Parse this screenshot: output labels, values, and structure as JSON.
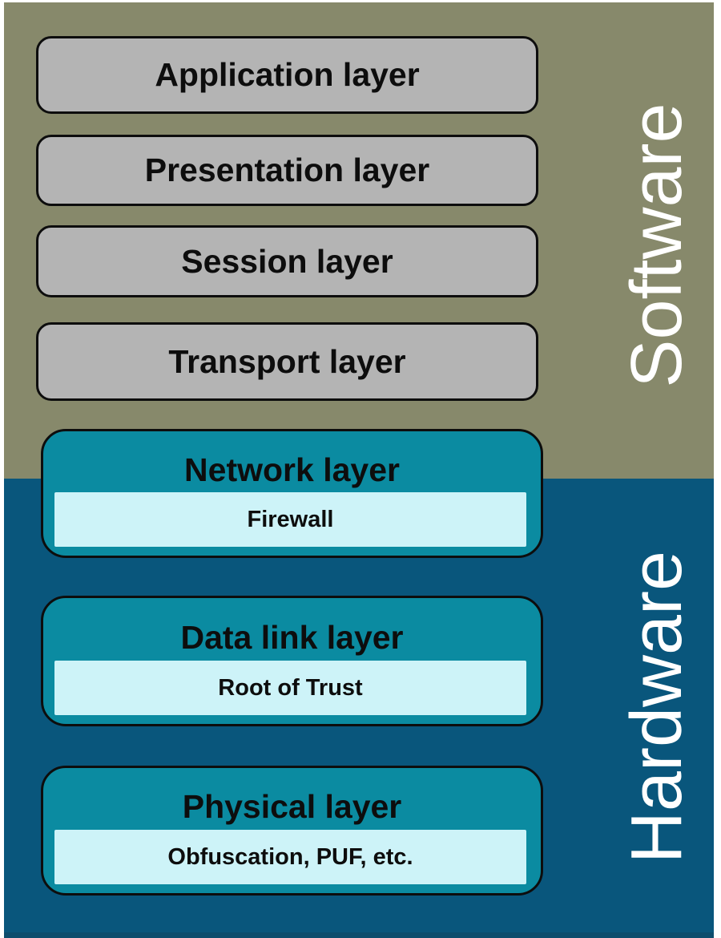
{
  "sections": {
    "software": {
      "label": "Software",
      "background": "#87896B",
      "label_color": "#FFFFFF"
    },
    "hardware": {
      "label": "Hardware",
      "background": "#09567C",
      "label_color": "#FFFFFF"
    }
  },
  "layers": [
    {
      "name": "Application layer",
      "section": "software"
    },
    {
      "name": "Presentation layer",
      "section": "software"
    },
    {
      "name": "Session layer",
      "section": "software"
    },
    {
      "name": "Transport layer",
      "section": "software"
    },
    {
      "name": "Network layer",
      "section": "hardware",
      "security_mechanism": "Firewall"
    },
    {
      "name": "Data link layer",
      "section": "hardware",
      "security_mechanism": "Root of Trust"
    },
    {
      "name": "Physical layer",
      "section": "hardware",
      "security_mechanism": "Obfuscation, PUF, etc."
    }
  ],
  "colors": {
    "software_background": "#87896B",
    "hardware_background": "#09567C",
    "software_layer_box": "#B4B4B4",
    "hardware_layer_box": "#0B8BA1",
    "security_mechanism_box": "#CDF3F8",
    "box_border": "#0D0D0D",
    "layer_text": "#0D0D0D",
    "section_label_text": "#FFFFFF"
  }
}
